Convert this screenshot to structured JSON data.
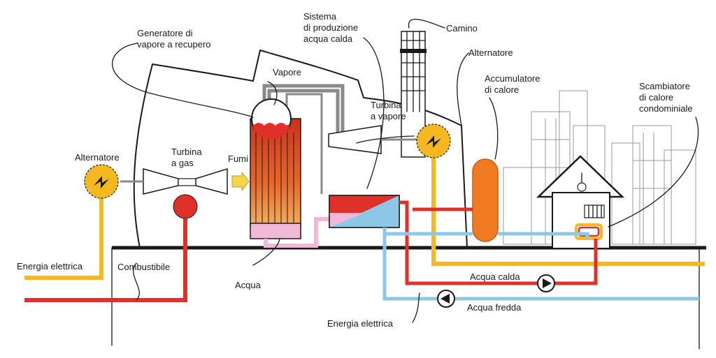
{
  "labels": {
    "generatore": [
      "Generatore di",
      "vapore a recupero"
    ],
    "sistema": [
      "Sistema",
      "di produzione",
      "acqua calda"
    ],
    "camino": "Camino",
    "alternatore_top": "Alternatore",
    "accumulatore": [
      "Accumulatore",
      "di calore"
    ],
    "scambiatore": [
      "Scambiatore",
      "di calore",
      "condominiale"
    ],
    "vapore": "Vapore",
    "turbina_vapore": [
      "Turbina",
      "a vapore"
    ],
    "alternatore_left": "Alternatore",
    "turbina_gas": [
      "Turbina",
      "a gas"
    ],
    "fumi": "Fumi",
    "energia_elettrica_left": "Energia elettrica",
    "combustibile": "Combustibile",
    "acqua": "Acqua",
    "acqua_calda": "Acqua calda",
    "acqua_fredda": "Acqua fredda",
    "energia_elettrica_bottom": "Energia elettrica"
  },
  "icons": [
    "alternator-icon",
    "pump-icon",
    "light-bulb-icon",
    "radiator-icon"
  ],
  "colors": {
    "electric_yellow": "#f5b820",
    "hot_red": "#e0302a",
    "cold_blue": "#8cc8e6",
    "water_pink": "#f2b8d8",
    "accumulator_orange": "#f07a22"
  }
}
